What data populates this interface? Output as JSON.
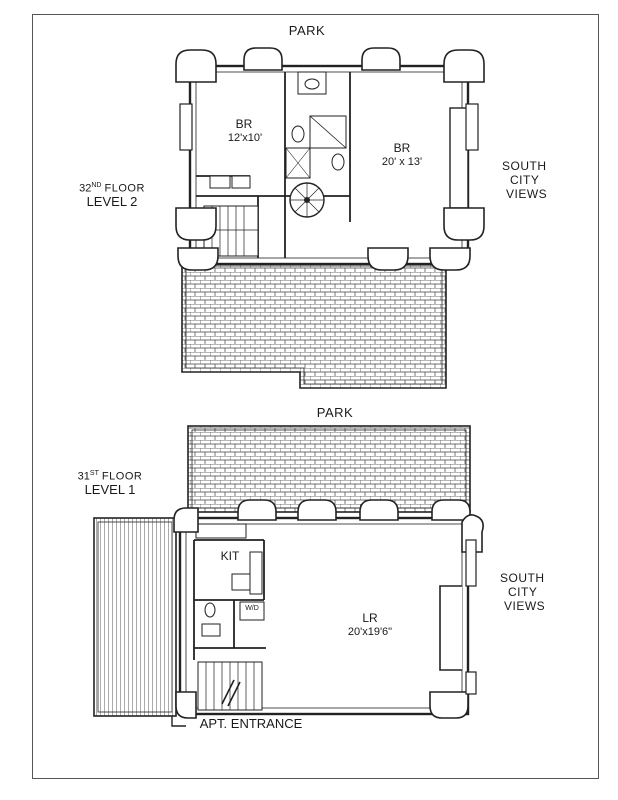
{
  "level2": {
    "floor_number": "32",
    "floor_suffix": "ND",
    "floor_word": "FLOOR",
    "level": "LEVEL 2",
    "top_label": "PARK",
    "views": [
      "SOUTH",
      "CITY",
      "VIEWS"
    ],
    "rooms": [
      {
        "name": "BR",
        "size": "12'x10'"
      },
      {
        "name": "BR",
        "size": "20' x 13'"
      }
    ]
  },
  "level1": {
    "floor_number": "31",
    "floor_suffix": "ST",
    "floor_word": "FLOOR",
    "level": "LEVEL 1",
    "top_label": "PARK",
    "views": [
      "SOUTH",
      "CITY",
      "VIEWS"
    ],
    "rooms": [
      {
        "name": "KIT"
      },
      {
        "name": "LR",
        "size": "20'x19'6\""
      },
      {
        "name": "W/D"
      }
    ],
    "entrance": "APT. ENTRANCE"
  }
}
